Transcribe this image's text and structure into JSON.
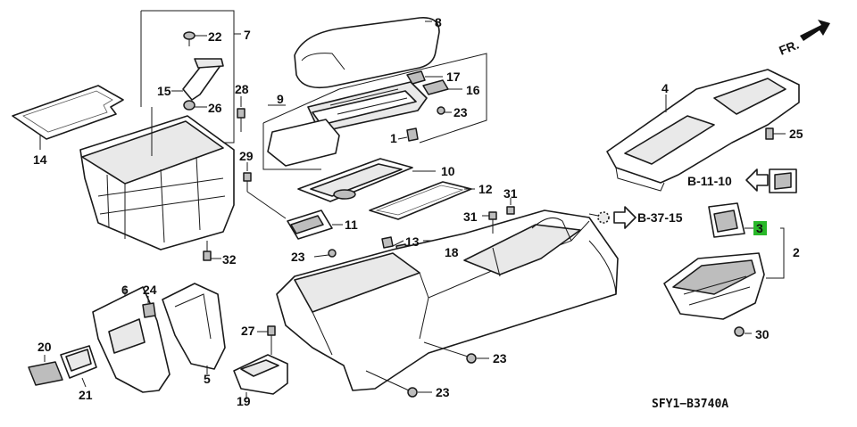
{
  "diagram": {
    "code": "SFY1−B3740A",
    "direction_label": "FR.",
    "highlight_color": "#29b829",
    "parts": {
      "p1": "1",
      "p2": "2",
      "p3": "3",
      "p4": "4",
      "p5": "5",
      "p6": "6",
      "p7": "7",
      "p8": "8",
      "p9": "9",
      "p10": "10",
      "p11": "11",
      "p12": "12",
      "p13": "13",
      "p14": "14",
      "p15": "15",
      "p16": "16",
      "p17": "17",
      "p18": "18",
      "p19": "19",
      "p20": "20",
      "p21": "21",
      "p22": "22",
      "p23a": "23",
      "p23b": "23",
      "p23c": "23",
      "p23d": "23",
      "p24": "24",
      "p25": "25",
      "p26": "26",
      "p27": "27",
      "p28": "28",
      "p29": "29",
      "p30": "30",
      "p31a": "31",
      "p31b": "31",
      "p32": "32"
    },
    "refs": {
      "r1": "B-11-10",
      "r2": "B-37-15"
    }
  }
}
